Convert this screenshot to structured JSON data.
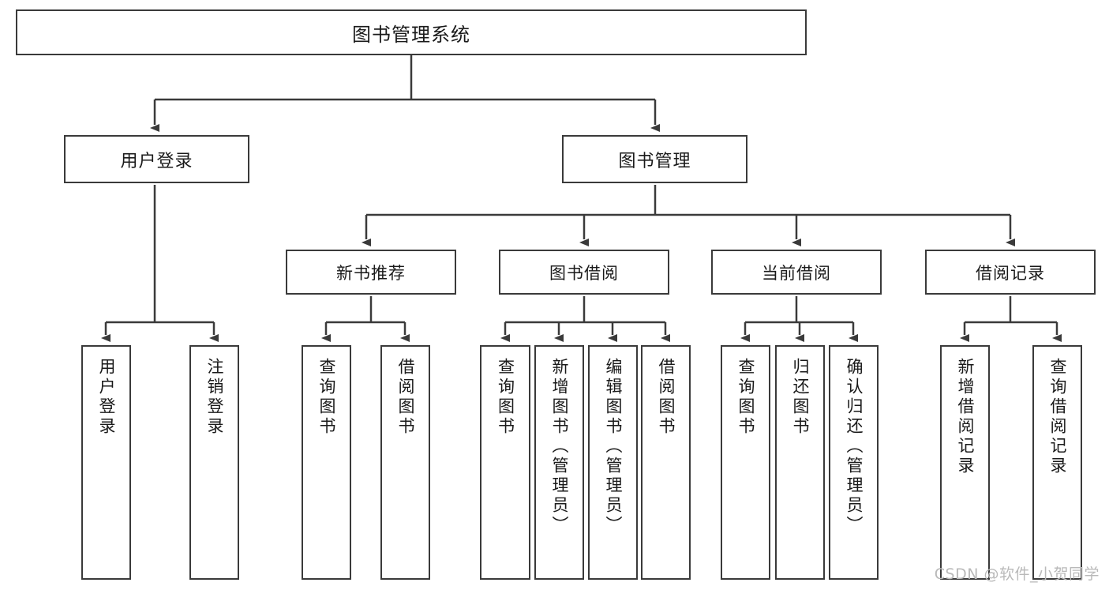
{
  "diagram": {
    "title": "图书管理系统",
    "type": "tree-hierarchy",
    "colors": {
      "box_border": "#3a3a3a",
      "box_fill": "#ffffff",
      "connector": "#3a3a3a",
      "text": "#1a1a1a",
      "watermark": "#b9b9b9"
    },
    "root": {
      "label": "图书管理系统"
    },
    "level2": [
      {
        "label": "用户登录"
      },
      {
        "label": "图书管理"
      }
    ],
    "level3": [
      {
        "label": "新书推荐"
      },
      {
        "label": "图书借阅"
      },
      {
        "label": "当前借阅"
      },
      {
        "label": "借阅记录"
      }
    ],
    "leaves": {
      "user_login": [
        {
          "label": "用户登录"
        },
        {
          "label": "注销登录"
        }
      ],
      "new_book_recommend": [
        {
          "label": "查询图书"
        },
        {
          "label": "借阅图书"
        }
      ],
      "book_borrow": [
        {
          "label": "查询图书"
        },
        {
          "label": "新增图书（管理员）"
        },
        {
          "label": "编辑图书（管理员）"
        },
        {
          "label": "借阅图书"
        }
      ],
      "current_borrow": [
        {
          "label": "查询图书"
        },
        {
          "label": "归还图书"
        },
        {
          "label": "确认归还（管理员）"
        }
      ],
      "borrow_record": [
        {
          "label": "新增借阅记录"
        },
        {
          "label": "查询借阅记录"
        }
      ]
    }
  },
  "watermark": {
    "text": "CSDN @软件_小贺同学"
  }
}
